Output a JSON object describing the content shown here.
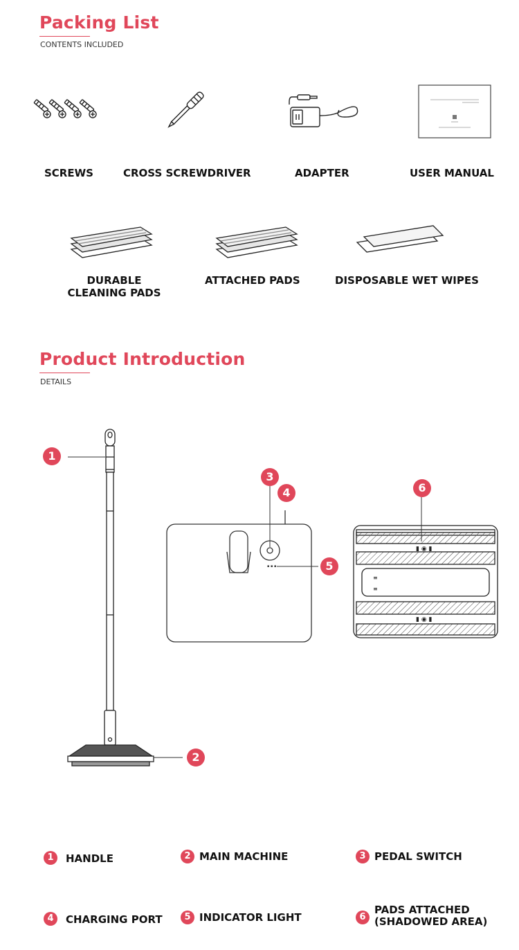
{
  "packing": {
    "title": "Packing List",
    "subtitle": "CONTENTS INCLUDED",
    "items": [
      {
        "label": "SCREWS",
        "icon": "screws-icon"
      },
      {
        "label": "CROSS SCREWDRIVER",
        "icon": "screwdriver-icon"
      },
      {
        "label": "ADAPTER",
        "icon": "adapter-icon"
      },
      {
        "label": "USER MANUAL",
        "icon": "manual-icon"
      },
      {
        "label": "DURABLE\nCLEANING PADS",
        "icon": "cleaning-pads-icon"
      },
      {
        "label": "ATTACHED PADS",
        "icon": "attached-pads-icon"
      },
      {
        "label": "DISPOSABLE WET WIPES",
        "icon": "wet-wipes-icon"
      }
    ]
  },
  "product": {
    "title": "Product Introduction",
    "subtitle": "DETAILS",
    "callouts": [
      "1",
      "2",
      "3",
      "4",
      "5",
      "6"
    ],
    "legend": [
      {
        "num": "1",
        "label": "HANDLE"
      },
      {
        "num": "2",
        "label": "MAIN MACHINE"
      },
      {
        "num": "3",
        "label": "PEDAL SWITCH"
      },
      {
        "num": "4",
        "label": "CHARGING PORT"
      },
      {
        "num": "5",
        "label": "INDICATOR LIGHT"
      },
      {
        "num": "6",
        "label": "PADS ATTACHED\n(SHADOWED AREA)"
      }
    ]
  },
  "colors": {
    "accent": "#e0475a",
    "text": "#111111",
    "line": "#333333"
  }
}
